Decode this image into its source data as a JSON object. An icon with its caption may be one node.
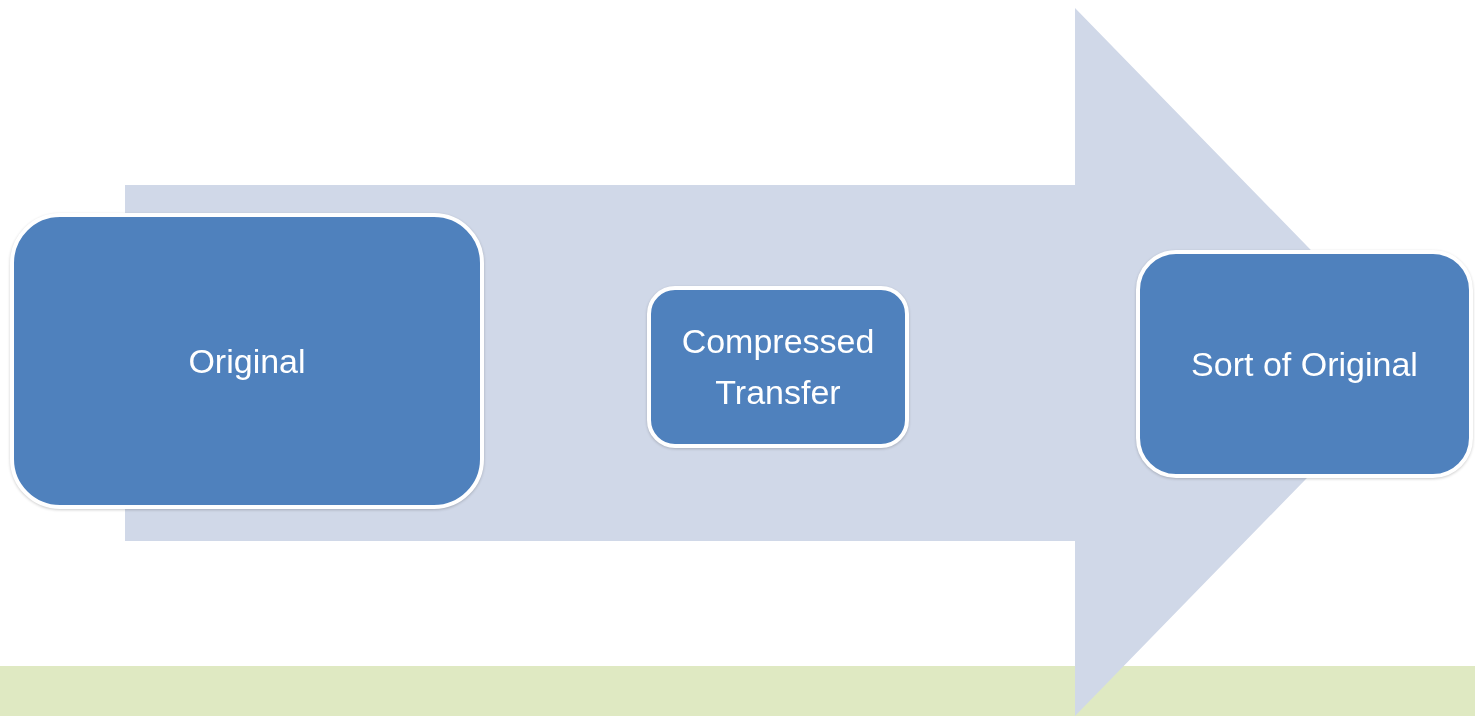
{
  "diagram": {
    "nodes": [
      {
        "text": [
          "Original"
        ]
      },
      {
        "text": [
          "Compressed Transfer"
        ]
      },
      {
        "text": [
          "Sort of Original"
        ]
      }
    ],
    "edges": [
      {
        "from": 0,
        "to": 2,
        "arrow": "to"
      }
    ]
  }
}
